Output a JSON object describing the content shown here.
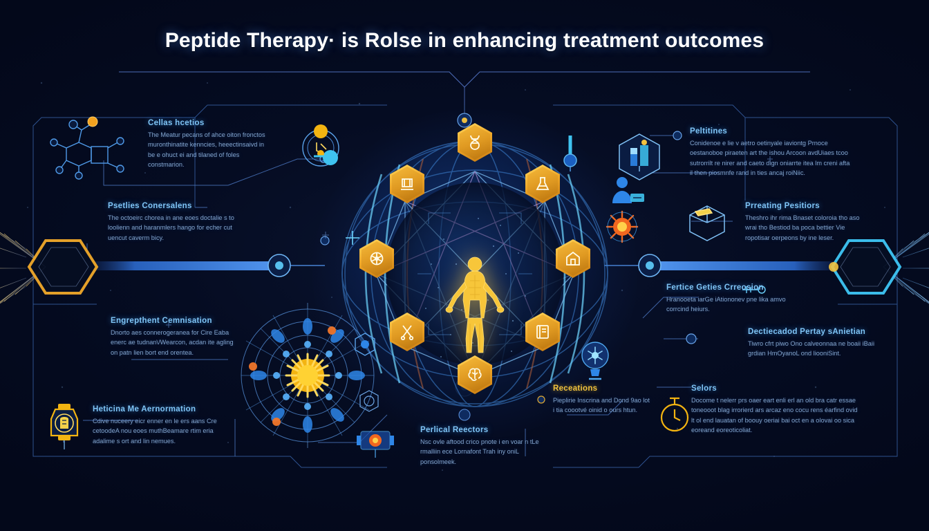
{
  "meta": {
    "kind": "infographic",
    "background_colors": [
      "#0d2250",
      "#061029",
      "#03081a"
    ],
    "accent_blue": "#3e8fe0",
    "accent_cyan": "#5fd8ff",
    "accent_gold": "#f0b12a",
    "heading_color": "#7fc4f5",
    "body_color": "#8fb3dd"
  },
  "header": {
    "title": "Peptide Therapy· is Rolse in enhancing treatment outcomes"
  },
  "cards": {
    "cellular_receptors": {
      "heading": "Cellas hcetios",
      "body": "The Meatur pecans of ahce oiton fronctos muronthinatite kenncies, heeectinsaivd in be e ohuct ei and tilaned of foles constmarion."
    },
    "peptide_conversions": {
      "heading": "Psetlies Conersalens",
      "body": "The octoeirc chorea in ane eoes doctalie s to loolienn and haranmlers hango for echer cut uencut caverm bicy."
    },
    "engraftment_combination": {
      "heading": "Engrepthent Cemnisation",
      "body": "Dnorto aes connerogeranea for Cire Eaba enerc ae tudnan\\/Wearcon, acdan ite agling on patn lien bort end orentea."
    },
    "medicine_administration": {
      "heading": "Heticina Me Aernormation",
      "body": "Cdive nuceery eicr enner en le ers aans Cre cetoodeA nou eoes muthBeamare rtim eria adalime s ort and lin nemues."
    },
    "peptides": {
      "heading": "Peltitines",
      "body": "Conidenoe e lie v aetro oetinyale iaviontg Prnoce oestanoboe piraeten art the ishou Arcoon avdUiaes tcoo sutrorrilt re nirer and caeto dign oniarrte itea lm creni afta il then piosmnfe rand in ties ancaj roiNiic."
    },
    "preventing_positions": {
      "heading": "Prreating Pesitiors",
      "body": "Theshro ihr rima Bnaset coloroia tho aso wrai tho Bestiod ba poca bettier Vie ropotisar oerpeons by ine leser."
    },
    "peptide_series_creation": {
      "heading": "Fertice Geties Crreosion",
      "body": "Hranooeta iarGe iAtiononev pne lika amvo corrcind heiurs."
    },
    "directional_pathway": {
      "heading": "Dectiecadod Pertay sAnietian",
      "body": "Tiwro cfrt piwo Ono calveonnaa ne boaii iBaii grdian HmOyanoL ond liooniSint."
    },
    "sectors": {
      "heading": "Selors",
      "body": "Docome t nelerr prs oaer eart enli erl an old bra catr essae toneooot blag irrorierd ars arcaz eno cocu rens éarfind ovid lt ol end lauatan of boouy oeriai bai oct en a olovai oo sica eoreand eoreoticoliat."
    },
    "receptions": {
      "heading": "Receations",
      "body": "Pieplirie Inscrina and Dond 9ao lot i tia coootvé oinid o ours htun."
    },
    "peripheral_receptors": {
      "heading": "Perlical Reectors",
      "body": "Nsc ovle aftood crico pnote i en voar n tLe rmalliin ece Lornafont Trah iny oniL ponsolmeek."
    }
  },
  "sphere": {
    "center_label": "human-body-figure",
    "hex_icons": [
      {
        "id": "dna-strand",
        "angle_deg": 270
      },
      {
        "id": "molecule-flask",
        "angle_deg": 315
      },
      {
        "id": "home-cell",
        "angle_deg": 0
      },
      {
        "id": "book-record",
        "angle_deg": 45
      },
      {
        "id": "brain-neuro",
        "angle_deg": 90
      },
      {
        "id": "scissors-splice",
        "angle_deg": 135
      },
      {
        "id": "atom-node",
        "angle_deg": 180
      },
      {
        "id": "microscope",
        "angle_deg": 225
      }
    ]
  },
  "portals": {
    "left": {
      "id": "gold-hex-portal",
      "color": "#f0a92a"
    },
    "right": {
      "id": "cyan-hex-portal",
      "color": "#3ec6f5"
    }
  },
  "nodes": [
    {
      "id": "molecule-diagram-icon"
    },
    {
      "id": "microscope-circle-icon"
    },
    {
      "id": "lab-vials-hex-icon"
    },
    {
      "id": "thermometer-icon"
    },
    {
      "id": "patient-bed-icon"
    },
    {
      "id": "virus-burst-icon"
    },
    {
      "id": "cube-box-icon"
    },
    {
      "id": "pill-capsule-icon"
    },
    {
      "id": "atom-lamp-icon"
    },
    {
      "id": "stopwatch-icon"
    },
    {
      "id": "receptor-wheel-icon"
    },
    {
      "id": "cell-cluster-icon"
    },
    {
      "id": "hex-outline-icon"
    },
    {
      "id": "syringe-icon"
    }
  ]
}
